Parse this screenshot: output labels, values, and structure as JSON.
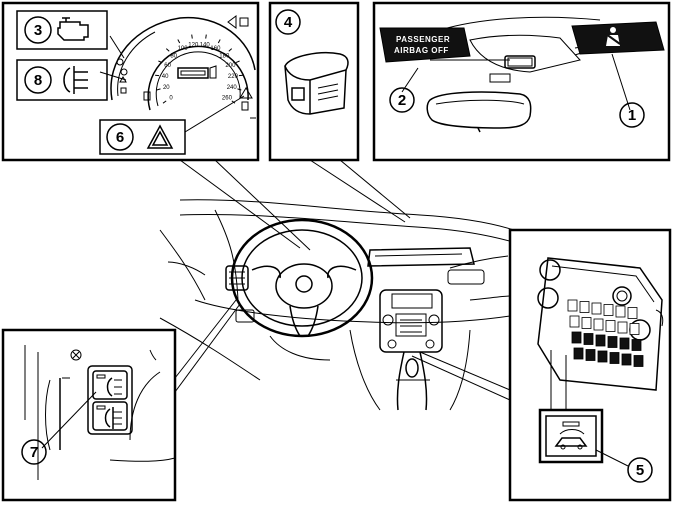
{
  "callouts": [
    {
      "number": "1",
      "meaning": "seatbelt reminder"
    },
    {
      "number": "2",
      "meaning": "passenger airbag off indicator"
    },
    {
      "number": "3",
      "meaning": "check engine warning"
    },
    {
      "number": "4",
      "meaning": "overhead button"
    },
    {
      "number": "5",
      "meaning": "recirculation button"
    },
    {
      "number": "6",
      "meaning": "warning triangle"
    },
    {
      "number": "7",
      "meaning": "fog light switch"
    },
    {
      "number": "8",
      "meaning": "rear fog light indicator"
    }
  ],
  "airbag_badge": {
    "line1": "PASSENGER",
    "line2": "AIRBAG  OFF"
  },
  "speedometer_ticks": [
    "0",
    "20",
    "40",
    "60",
    "80",
    "100",
    "120",
    "140",
    "160",
    "180",
    "200",
    "220",
    "240",
    "260"
  ],
  "colors": {
    "ink": "#000000",
    "badge_fill": "#111111",
    "background": "#ffffff"
  },
  "icons": [
    "check-engine-icon",
    "rear-fog-light-icon",
    "warning-triangle-icon",
    "seatbelt-icon",
    "front-fog-light-icon",
    "recirculation-icon"
  ]
}
